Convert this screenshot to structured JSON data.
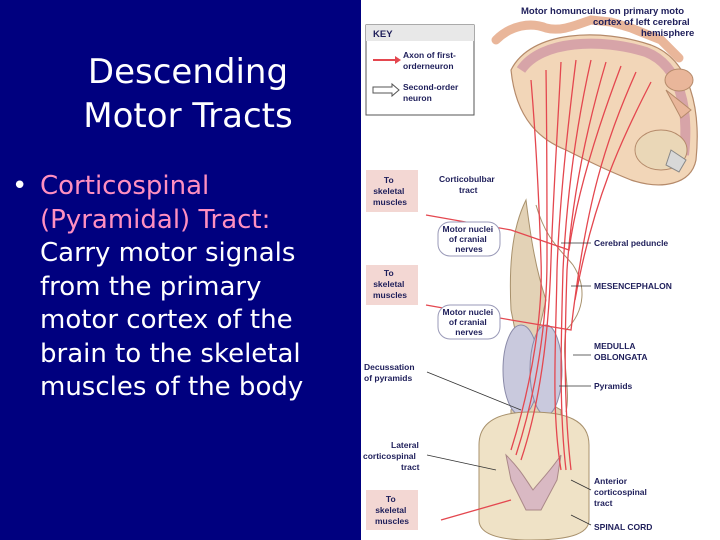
{
  "slide": {
    "title_line1": "Descending",
    "title_line2": "Motor Tracts",
    "bullet_heading_line1": "Corticospinal",
    "bullet_heading_line2": "(Pyramidal) Tract:",
    "bullet_body": [
      "Carry motor signals",
      "from the primary",
      "motor cortex of the",
      "brain to the skeletal",
      "muscles of the body"
    ]
  },
  "diagram": {
    "homunculus_line1": "Motor homunculus on primary moto",
    "homunculus_line2": "cortex of left cerebral",
    "homunculus_line3": "hemisphere",
    "key_title": "KEY",
    "key_axon_line1": "Axon of first-",
    "key_axon_line2": "orderneuron",
    "key_second_line1": "Second-order",
    "key_second_line2": "neuron",
    "corticobulbar_line1": "Corticobulbar",
    "corticobulbar_line2": "tract",
    "to_skeletal_1": [
      "To",
      "skeletal",
      "muscles"
    ],
    "motor_nuclei_1": [
      "Motor nuclei",
      "of cranial",
      "nerves"
    ],
    "cerebral_peduncle": "Cerebral peduncle",
    "to_skeletal_2": [
      "To",
      "skeletal",
      "muscles"
    ],
    "mesencephalon": "MESENCEPHALON",
    "motor_nuclei_2": [
      "Motor nuclei",
      "of cranial",
      "nerves"
    ],
    "medulla_line1": "MEDULLA",
    "medulla_line2": "OBLONGATA",
    "decussation_line1": "Decussation",
    "decussation_line2": "of pyramids",
    "pyramids": "Pyramids",
    "lateral_line1": "Lateral",
    "lateral_line2": "corticospinal",
    "lateral_line3": "tract",
    "anterior_line1": "Anterior",
    "anterior_line2": "corticospinal",
    "anterior_line3": "tract",
    "to_skeletal_3": [
      "To",
      "skeletal",
      "muscles"
    ],
    "spinal_cord": "SPINAL CORD"
  }
}
